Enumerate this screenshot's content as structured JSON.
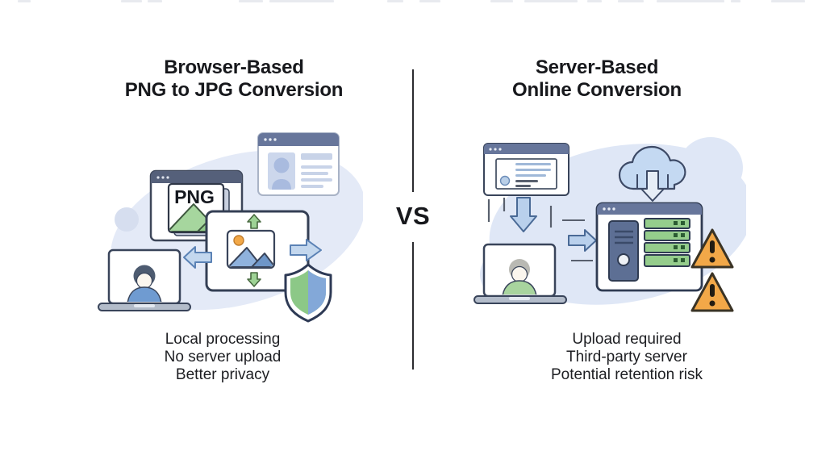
{
  "left": {
    "title_line1": "Browser-Based",
    "title_line2": "PNG to JPG Conversion",
    "png_label": "PNG",
    "bullets": [
      "Local processing",
      "No server upload",
      "Better privacy"
    ],
    "icon_names": [
      "profile-browser-window-icon",
      "png-file-window-icon",
      "converter-panel-icon",
      "upload-arrow-icon",
      "download-arrow-icon",
      "transfer-arrow-left-icon",
      "transfer-arrow-right-icon",
      "laptop-user-icon",
      "privacy-shield-icon"
    ]
  },
  "divider": {
    "vs_label": "VS"
  },
  "right": {
    "title_line1": "Server-Based",
    "title_line2": "Online Conversion",
    "bullets": [
      "Upload required",
      "Third-party server",
      "Potential retention risk"
    ],
    "icon_names": [
      "webpage-window-icon",
      "upload-arrows-icon",
      "cloud-download-icon",
      "server-window-icon",
      "laptop-user-icon",
      "warning-icon"
    ]
  },
  "colors": {
    "background": "#ffffff",
    "blob": "#e2e9f6",
    "window_header_slate": "#67769b",
    "window_header_dark": "#55607a",
    "outline_dark": "#39445a",
    "green": "#9ed395",
    "green_outline": "#47683f",
    "arrow_blue_fill": "#c3d7ee",
    "arrow_blue_outline": "#5b82b5",
    "shield_green": "#8cc887",
    "shield_blue": "#83a8d8",
    "server_rack_green": "#95cd8c",
    "server_tower_blue": "#5d6f94",
    "warning_orange": "#f2a848",
    "accent_orange": "#f2a848",
    "text": "#1d1e22"
  }
}
